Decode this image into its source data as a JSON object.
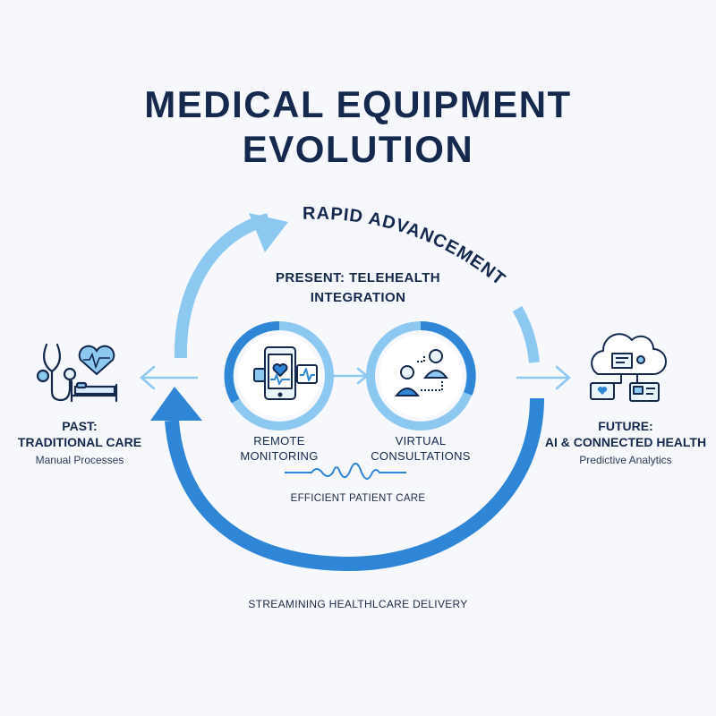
{
  "title": {
    "line1": "MEDICAL EQUIPMENT",
    "line2": "EVOLUTION"
  },
  "arc_label": "RAPID ADVANCEMENT",
  "present": {
    "title_line1": "PRESENT: TELEHEALTH",
    "title_line2": "INTEGRATION",
    "node_left": {
      "line1": "REMOTE",
      "line2": "MONITORING"
    },
    "node_right": {
      "line1": "VIRTUAL",
      "line2": "CONSULTATIONS"
    },
    "caption": "EFFICIENT PATIENT CARE"
  },
  "past": {
    "title_line1": "PAST:",
    "title_line2": "TRADITIONAL CARE",
    "subtitle": "Manual Processes"
  },
  "future": {
    "title_line1": "FUTURE:",
    "title_line2": "AI & CONNECTED HEALTH",
    "subtitle": "Predictive Analytics"
  },
  "footer": "STREAMINING HEALTHLCARE DELIVERY",
  "colors": {
    "navy": "#14294d",
    "blue": "#2f86d6",
    "light_blue": "#8cc8f0",
    "pale_blue": "#d8ecfb"
  }
}
